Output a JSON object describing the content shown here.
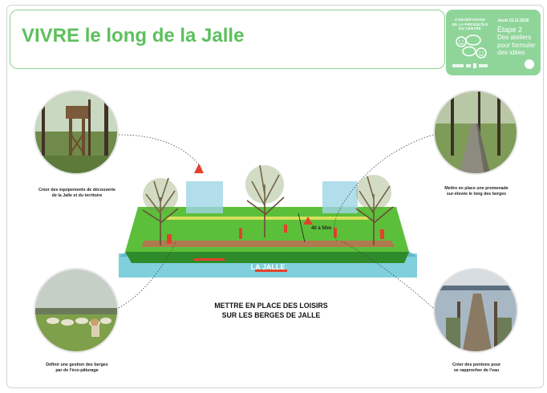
{
  "header": {
    "title": "VIVRE le long de la Jalle"
  },
  "step_panel": {
    "org_line1": "CONCERTATION",
    "org_line2": "DE LA PRESQU'ÎLE",
    "org_line3": "DU CENTRE",
    "date": "Jeudi 15.11.2018",
    "step_label": "Étape 2",
    "step_text": "Des ateliers pour formuler des idées",
    "colors": {
      "background": "#8fd59a",
      "text": "#ffffff"
    }
  },
  "captions": {
    "top_left": [
      "Créer des équipements de découverte",
      "de la Jalle et du territoire"
    ],
    "top_right": [
      "Mettre en place une promenade",
      "sur-élevée le long des berges"
    ],
    "bottom_left": [
      "Définir une gestion des berges",
      "par de l'éco-pâturage"
    ],
    "bottom_right": [
      "Créer des pontons pour",
      "se rapprocher de l'eau"
    ]
  },
  "diagram": {
    "river_label": "LA JALLE",
    "width_label": "40 à 50m"
  },
  "headline": {
    "line1": "METTRE EN PLACE DES LOISIRS",
    "line2": "SUR LES BERGES DE JALLE"
  },
  "colors": {
    "accent_green": "#5dc05d",
    "border_green": "#8fd08f",
    "water": "#7fd0dc",
    "grass": "#5cbf3a"
  }
}
